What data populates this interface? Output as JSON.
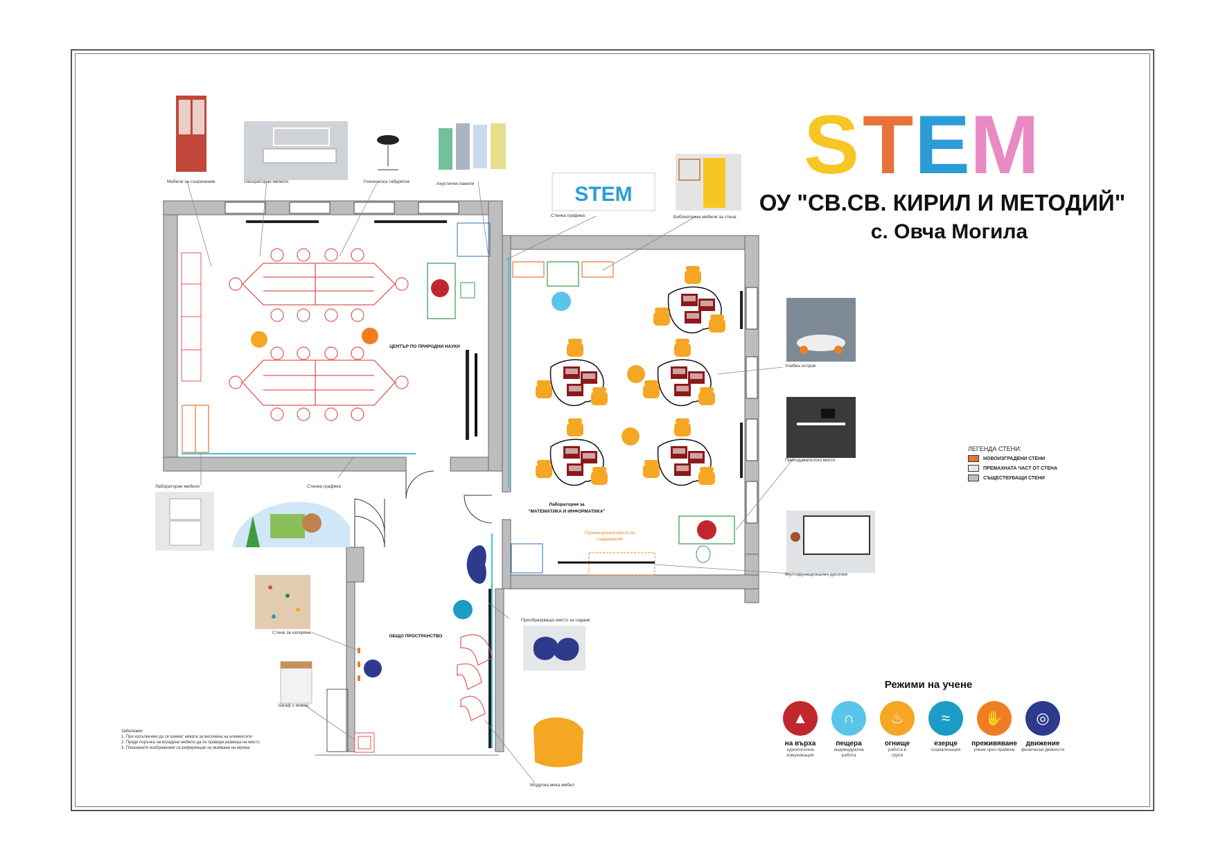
{
  "header": {
    "logo_text": "STEM",
    "school_name": "ОУ \"СВ.СВ. КИРИЛ И МЕТОДИЙ\"",
    "village": "с. Овча Могила"
  },
  "labels": {
    "storage_furniture": "Мебели за съхранение",
    "lab_furniture_top": "Лабораторни мебели",
    "student_stool": "Ученическа табуретка",
    "acoustic_panels": "Акустични панели",
    "wall_graphic_top": "Стенна графика",
    "library_furniture": "Библиотечни мебели за стена",
    "learning_island": "Учебен остров",
    "teacher_place": "Преподавателско място",
    "multifunctional_display": "Мултифункционален дисплей",
    "lab_furniture_bottom": "Лабораторни мебели",
    "wall_graphic_bottom": "Стенна графика",
    "climbing_wall": "Стена за катерене",
    "sink_cabinet": "Шкаф с мивка",
    "convertible_seat": "Преобразуващо място за сядане",
    "modular_furniture": "Модулна мека мебел",
    "projection_place": "Прожекционно място за",
    "projection_place_2": "съдържание"
  },
  "rooms": {
    "nature_center_title": "ЦЕНТЪР ПО ПРИРОДНИ НАУКИ",
    "math_lab_title_1": "Лаборатория за",
    "math_lab_title_2": "\"МАТЕМАТИКА И ИНФОРМАТИКА\"",
    "common_space_title": "ОБЩО ПРОСТРАНСТВО"
  },
  "legend": {
    "title": "ЛЕГЕНДА СТЕНИ:",
    "items": [
      {
        "label": "НОВОИЗГРАДЕНИ СТЕНИ",
        "color": "#e8733a"
      },
      {
        "label": "ПРЕМАХНАТА ЧАСТ ОТ СТЕНА",
        "color": "#dde8f5"
      },
      {
        "label": "СЪЩЕСТВУВАЩИ СТЕНИ",
        "color": "#bdbdbd"
      }
    ]
  },
  "modes": {
    "title": "Режими на учене",
    "items": [
      {
        "name": "на върха",
        "desc1": "еднопосочна",
        "desc2": "комуникация",
        "color": "#c0272d",
        "icon": "mountain-icon"
      },
      {
        "name": "пещера",
        "desc1": "индивидуална",
        "desc2": "работа",
        "color": "#5bc4ea",
        "icon": "cave-icon"
      },
      {
        "name": "огнище",
        "desc1": "работа в",
        "desc2": "групи",
        "color": "#f5a623",
        "icon": "fire-icon"
      },
      {
        "name": "езерце",
        "desc1": "социализация",
        "desc2": "",
        "color": "#1a9cc7",
        "icon": "waves-icon"
      },
      {
        "name": "преживяване",
        "desc1": "учене чрез правене",
        "desc2": "",
        "color": "#f07d22",
        "icon": "hand-icon"
      },
      {
        "name": "движение",
        "desc1": "физически дейности",
        "desc2": "",
        "color": "#2e3a8c",
        "icon": "tornado-icon"
      }
    ]
  },
  "notes": {
    "title": "Забележки:",
    "line1": "1. При изпълнение да се вземат нивата за височина на елементите",
    "line2": "2. Преди поръчка на вградени мебели да се провери размера на място",
    "line3": "3. Показаните изображения са референция за окачване на мрежа"
  },
  "colors": {
    "wall": "#bdbdbd",
    "lab_lines": "#e05555",
    "orange": "#f5a623",
    "island": "#8b1a1a",
    "cyan": "#3cc7d6"
  }
}
